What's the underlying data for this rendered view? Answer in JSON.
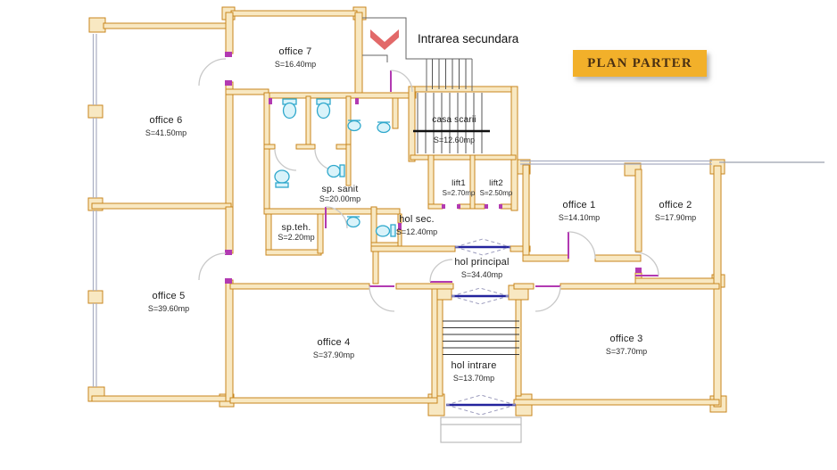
{
  "plan": {
    "title": "PLAN PARTER",
    "secondary_entrance_label": "Intrarea secundara"
  },
  "rooms": [
    {
      "id": "office-7",
      "name": "office 7",
      "area": "S=16.40mp"
    },
    {
      "id": "office-6",
      "name": "office 6",
      "area": "S=41.50mp"
    },
    {
      "id": "casa-scarii",
      "name": "casa scarii",
      "area": "S=12.60mp"
    },
    {
      "id": "lift-1",
      "name": "lift1",
      "area": "S=2.70mp"
    },
    {
      "id": "lift-2",
      "name": "lift2",
      "area": "S=2.50mp"
    },
    {
      "id": "office-1",
      "name": "office 1",
      "area": "S=14.10mp"
    },
    {
      "id": "office-2",
      "name": "office 2",
      "area": "S=17.90mp"
    },
    {
      "id": "sp-sanit",
      "name": "sp. sanit",
      "area": "S=20.00mp"
    },
    {
      "id": "hol-sec",
      "name": "hol sec.",
      "area": "S=12.40mp"
    },
    {
      "id": "sp-teh",
      "name": "sp.teh.",
      "area": "S=2.20mp"
    },
    {
      "id": "hol-principal",
      "name": "hol principal",
      "area": "S=34.40mp"
    },
    {
      "id": "office-5",
      "name": "office 5",
      "area": "S=39.60mp"
    },
    {
      "id": "office-4",
      "name": "office 4",
      "area": "S=37.90mp"
    },
    {
      "id": "office-3",
      "name": "office 3",
      "area": "S=37.70mp"
    },
    {
      "id": "hol-intrare",
      "name": "hol intrare",
      "area": "S=13.70mp"
    }
  ],
  "colors": {
    "wall_fill": "#f8e8c2",
    "wall_stroke": "#c8861d",
    "door_magenta": "#b23ab2",
    "door_arc": "#c8c8c8",
    "fixture_cyan": "#2fa8cc",
    "sliding_door_navy": "#23239d",
    "title_bg": "#F2B02A",
    "arrow_red": "#e26969"
  }
}
